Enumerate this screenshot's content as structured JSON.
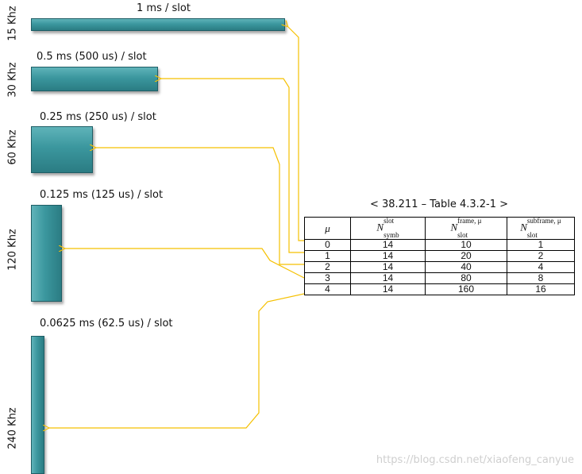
{
  "rows": [
    {
      "freq": "15 Khz",
      "duration": "1 ms / slot"
    },
    {
      "freq": "30 Khz",
      "duration": "0.5 ms (500 us) / slot"
    },
    {
      "freq": "60 Khz",
      "duration": "0.25 ms (250 us) / slot"
    },
    {
      "freq": "120 Khz",
      "duration": "0.125 ms (125 us) / slot"
    },
    {
      "freq": "240 Khz",
      "duration": "0.0625 ms (62.5 us) / slot"
    }
  ],
  "table": {
    "caption": "< 38.211 – Table 4.3.2-1 >",
    "headers": {
      "mu": "μ",
      "symb": {
        "base": "N",
        "sup": "slot",
        "sub": "symb"
      },
      "frame": {
        "base": "N",
        "sup": "frame, μ",
        "sub": "slot"
      },
      "subframe": {
        "base": "N",
        "sup": "subframe, μ",
        "sub": "slot"
      }
    },
    "rows": [
      [
        "0",
        "14",
        "10",
        "1"
      ],
      [
        "1",
        "14",
        "20",
        "2"
      ],
      [
        "2",
        "14",
        "40",
        "4"
      ],
      [
        "3",
        "14",
        "80",
        "8"
      ],
      [
        "4",
        "14",
        "160",
        "16"
      ]
    ]
  },
  "arrow_color": "#f5c000",
  "bar_color": "#3b979e",
  "watermark": "https://blog.csdn.net/xiaofeng_canyue"
}
